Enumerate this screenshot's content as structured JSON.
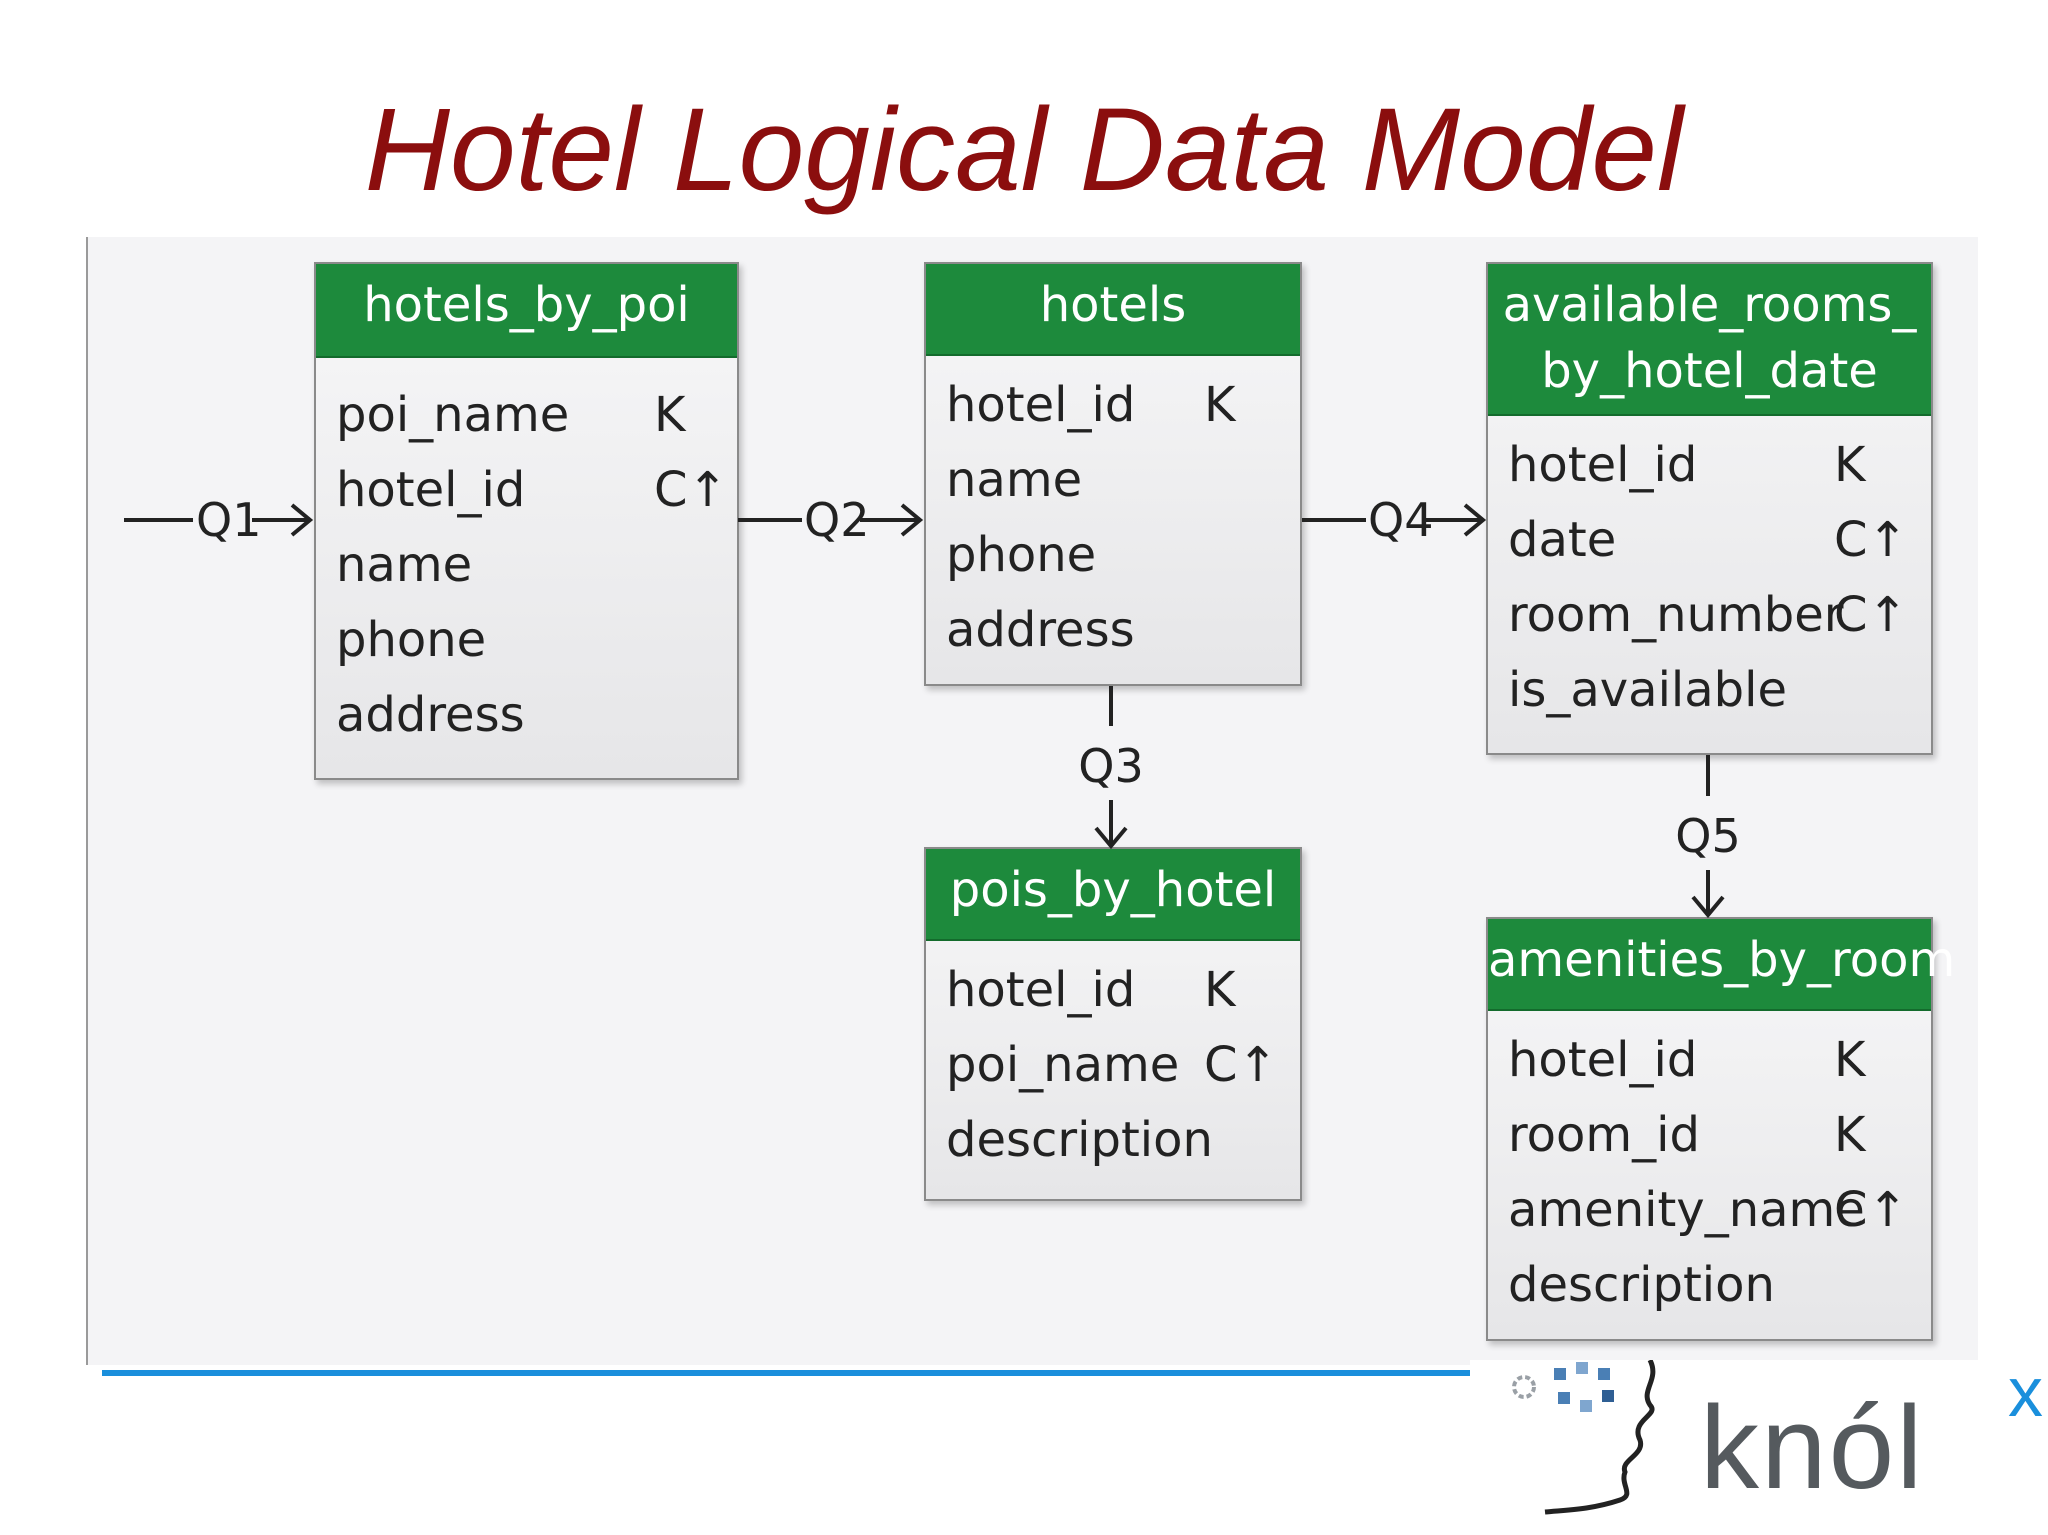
{
  "title": "Hotel Logical Data Model",
  "colors": {
    "title": "#8b0e0e",
    "header_green": "#1d8a3c",
    "footer_line": "#1a8fdc",
    "logo_text": "#555a5e"
  },
  "tables": {
    "hotels_by_poi": {
      "name": "hotels_by_poi",
      "fields": [
        {
          "name": "poi_name",
          "key": "K"
        },
        {
          "name": "hotel_id",
          "key": "C↑"
        },
        {
          "name": "name",
          "key": ""
        },
        {
          "name": "phone",
          "key": ""
        },
        {
          "name": "address",
          "key": ""
        }
      ]
    },
    "hotels": {
      "name": "hotels",
      "fields": [
        {
          "name": "hotel_id",
          "key": "K"
        },
        {
          "name": "name",
          "key": ""
        },
        {
          "name": "phone",
          "key": ""
        },
        {
          "name": "address",
          "key": ""
        }
      ]
    },
    "available_rooms": {
      "name_line1": "available_rooms_",
      "name_line2": "by_hotel_date",
      "fields": [
        {
          "name": "hotel_id",
          "key": "K"
        },
        {
          "name": "date",
          "key": "C↑"
        },
        {
          "name": "room_number",
          "key": "C↑"
        },
        {
          "name": "is_available",
          "key": ""
        }
      ]
    },
    "pois_by_hotel": {
      "name": "pois_by_hotel",
      "fields": [
        {
          "name": "hotel_id",
          "key": "K"
        },
        {
          "name": "poi_name",
          "key": "C↑"
        },
        {
          "name": "description",
          "key": ""
        }
      ]
    },
    "amenities_by_room": {
      "name": "amenities_by_room",
      "fields": [
        {
          "name": "hotel_id",
          "key": "K"
        },
        {
          "name": "room_id",
          "key": "K"
        },
        {
          "name": "amenity_name",
          "key": "C↑"
        },
        {
          "name": "description",
          "key": ""
        }
      ]
    }
  },
  "queries": {
    "q1": "Q1",
    "q2": "Q2",
    "q3": "Q3",
    "q4": "Q4",
    "q5": "Q5"
  },
  "logo": {
    "text": "knól",
    "superscript": "x"
  }
}
